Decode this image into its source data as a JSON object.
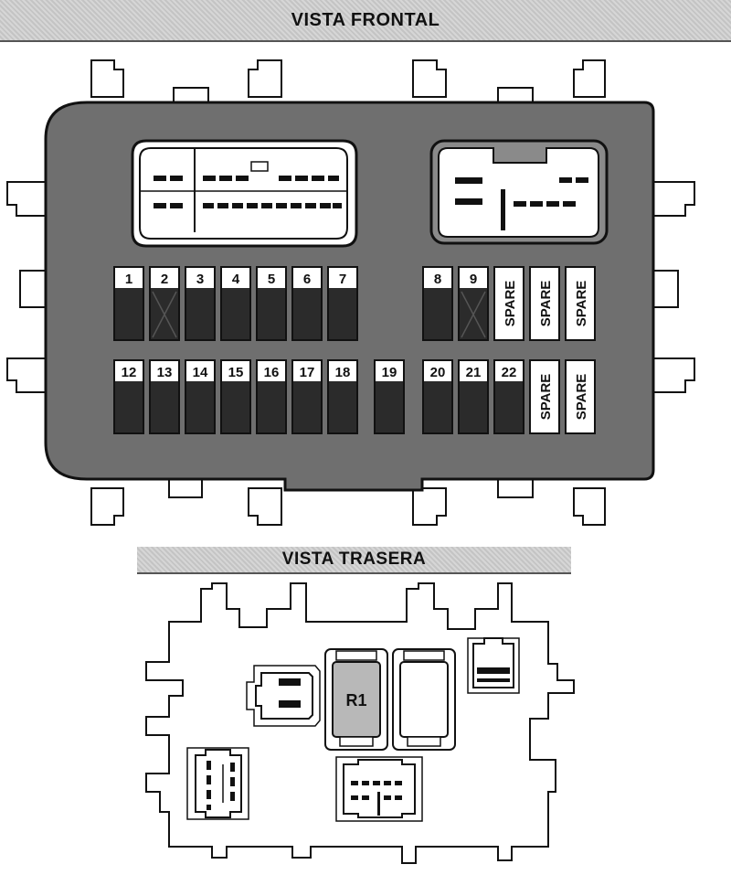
{
  "views": {
    "front_title": "VISTA FRONTAL",
    "rear_title": "VISTA TRASERA"
  },
  "fuses": {
    "row1": [
      "1",
      "2",
      "3",
      "4",
      "5",
      "6",
      "7",
      "8",
      "9"
    ],
    "row2": [
      "12",
      "13",
      "14",
      "15",
      "16",
      "17",
      "18",
      "19",
      "20",
      "21",
      "22"
    ],
    "spare_label": "SPARE"
  },
  "relay": {
    "label": "R1"
  },
  "colors": {
    "housing": "#6f6f6f",
    "outline": "#111111",
    "fuse_body": "#2b2b2b",
    "label_bg": "#ffffff",
    "relay_fill": "#b8b8b8"
  }
}
